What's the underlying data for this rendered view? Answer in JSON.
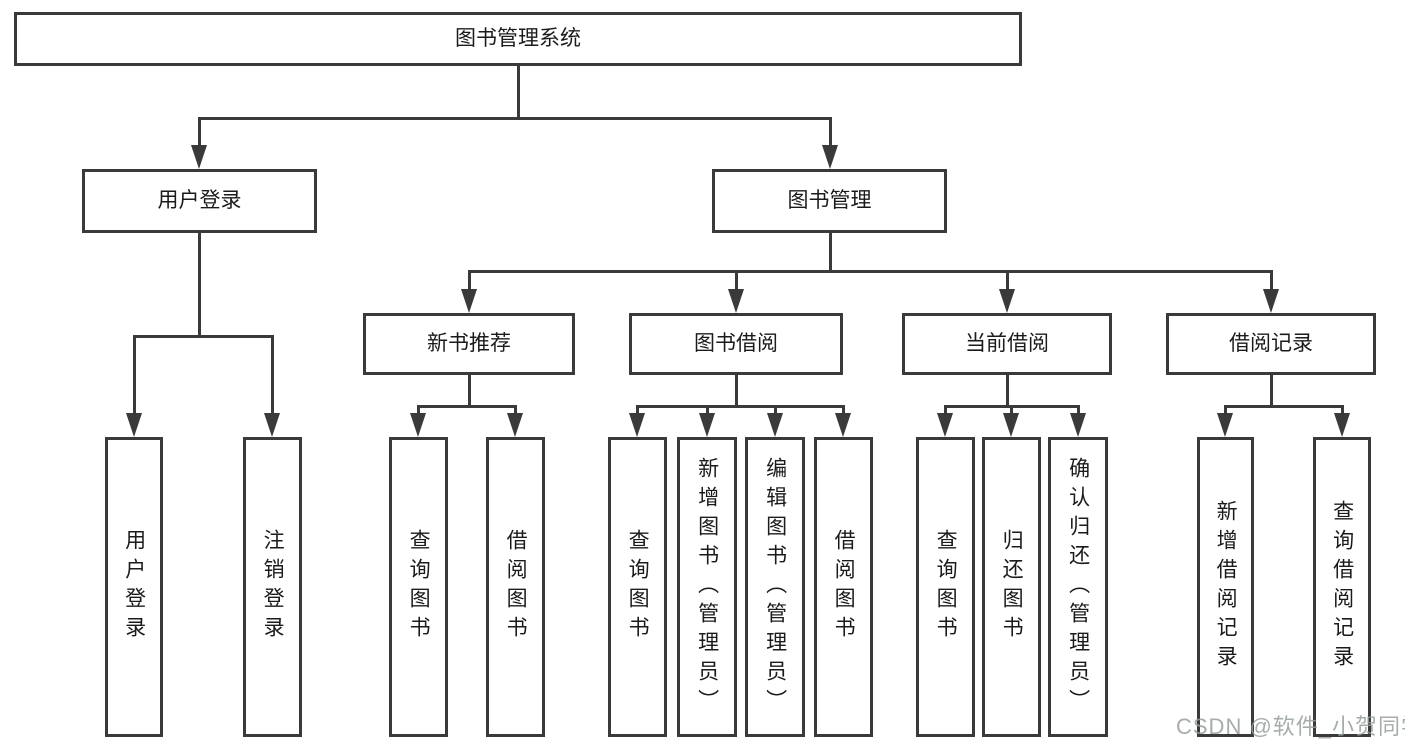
{
  "diagram": {
    "watermark": "CSDN @软件_小贺同学",
    "colors": {
      "line": "#3a3a3a",
      "text": "#1b1b1b",
      "background": "#ffffff",
      "watermark": "#969d9d"
    },
    "tree": {
      "id": "root",
      "label": "图书管理系统",
      "children": [
        {
          "id": "user-login",
          "label": "用户登录",
          "children": [
            {
              "id": "ul-login",
              "label": "用户登录"
            },
            {
              "id": "ul-logout",
              "label": "注销登录"
            }
          ]
        },
        {
          "id": "book-mgmt",
          "label": "图书管理",
          "children": [
            {
              "id": "new-book-rec",
              "label": "新书推荐",
              "children": [
                {
                  "id": "nb-query",
                  "label": "查询图书"
                },
                {
                  "id": "nb-borrow",
                  "label": "借阅图书"
                }
              ]
            },
            {
              "id": "book-borrow",
              "label": "图书借阅",
              "children": [
                {
                  "id": "bb-query",
                  "label": "查询图书"
                },
                {
                  "id": "bb-add",
                  "label": "新增图书（管理员）"
                },
                {
                  "id": "bb-edit",
                  "label": "编辑图书（管理员）"
                },
                {
                  "id": "bb-borrow",
                  "label": "借阅图书"
                }
              ]
            },
            {
              "id": "current-borrow",
              "label": "当前借阅",
              "children": [
                {
                  "id": "cb-query",
                  "label": "查询图书"
                },
                {
                  "id": "cb-return",
                  "label": "归还图书"
                },
                {
                  "id": "cb-confirm",
                  "label": "确认归还（管理员）"
                }
              ]
            },
            {
              "id": "borrow-record",
              "label": "借阅记录",
              "children": [
                {
                  "id": "br-add",
                  "label": "新增借阅记录"
                },
                {
                  "id": "br-query",
                  "label": "查询借阅记录"
                }
              ]
            }
          ]
        }
      ]
    }
  }
}
